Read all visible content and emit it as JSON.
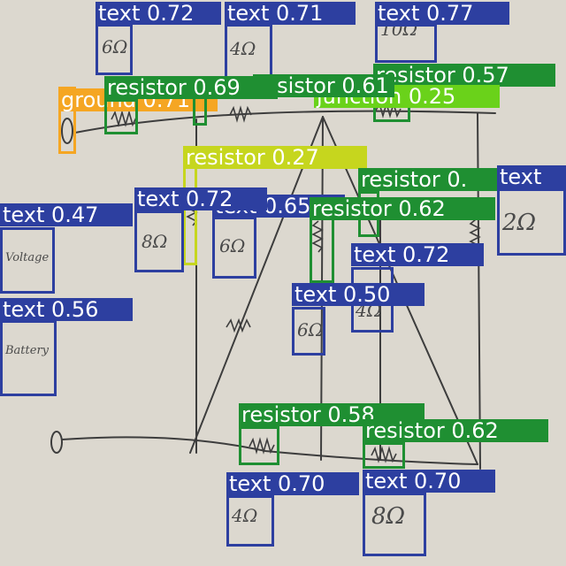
{
  "colors": {
    "paper": "#dcd8cf",
    "ink": "#3d3d3d",
    "text": "#2d3fa0",
    "resistor": "#1f8f32",
    "ground": "#f5a623",
    "junction": "#6ad21a",
    "resistor_lime": "#c6d61e"
  },
  "detections": [
    {
      "id": "text-1",
      "cls": "text",
      "label": "text 0.72",
      "color": "text"
    },
    {
      "id": "text-2",
      "cls": "text",
      "label": "text 0.71",
      "color": "text"
    },
    {
      "id": "text-3",
      "cls": "text",
      "label": "text 0.77",
      "color": "text"
    },
    {
      "id": "resistor-1",
      "cls": "resistor",
      "label": "resistor 0.57",
      "color": "resistor"
    },
    {
      "id": "junction-1",
      "cls": "junction",
      "label": "junction 0.25",
      "color": "junction"
    },
    {
      "id": "ground-1",
      "cls": "ground",
      "label": "ground 0.71",
      "color": "ground"
    },
    {
      "id": "resistor-2",
      "cls": "resistor",
      "label": "resistor 0.61",
      "color": "resistor"
    },
    {
      "id": "resistor-3",
      "cls": "resistor",
      "label": "resistor 0.69",
      "color": "resistor"
    },
    {
      "id": "resistor-4",
      "cls": "resistor",
      "label": "resistor 0.27",
      "color": "resistor_lime"
    },
    {
      "id": "resistor-5",
      "cls": "resistor",
      "label": "resistor 0.",
      "color": "resistor"
    },
    {
      "id": "text-4",
      "cls": "text",
      "label": "text",
      "color": "text"
    },
    {
      "id": "text-5",
      "cls": "text",
      "label": "text 0.65",
      "color": "text"
    },
    {
      "id": "resistor-6",
      "cls": "resistor",
      "label": "resistor 0.62",
      "color": "resistor"
    },
    {
      "id": "text-6",
      "cls": "text",
      "label": "text 0.72",
      "color": "text"
    },
    {
      "id": "text-7",
      "cls": "text",
      "label": "text 0.47",
      "color": "text"
    },
    {
      "id": "text-8",
      "cls": "text",
      "label": "text 0.72",
      "color": "text"
    },
    {
      "id": "text-9",
      "cls": "text",
      "label": "text 0.50",
      "color": "text"
    },
    {
      "id": "text-10",
      "cls": "text",
      "label": "text 0.56",
      "color": "text"
    },
    {
      "id": "resistor-7",
      "cls": "resistor",
      "label": "resistor 0.58",
      "color": "resistor"
    },
    {
      "id": "resistor-8",
      "cls": "resistor",
      "label": "resistor 0.62",
      "color": "resistor"
    },
    {
      "id": "text-11",
      "cls": "text",
      "label": "text 0.70",
      "color": "text"
    },
    {
      "id": "text-12",
      "cls": "text",
      "label": "text 0.70",
      "color": "text"
    }
  ]
}
